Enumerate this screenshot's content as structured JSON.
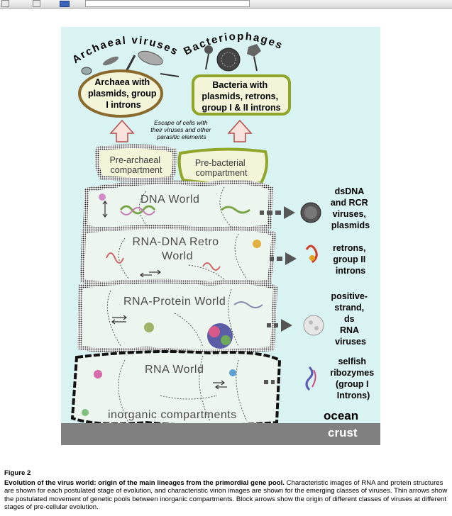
{
  "figure": {
    "arc_labels": {
      "archaeal_viruses": "Archaeal viruses",
      "bacteriophages": "Bacteriophages"
    },
    "boxes": {
      "archaea": [
        "Archaea with",
        "plasmids, group",
        "I introns"
      ],
      "bacteria": [
        "Bacteria with",
        "plasmids, retrons,",
        "group I & II introns"
      ]
    },
    "escape_note": [
      "Escape of cells with",
      "their viruses and other",
      "parasitic elements"
    ],
    "compartments": {
      "pre_archaeal": [
        "Pre-archaeal",
        "compartment"
      ],
      "pre_bacterial": [
        "Pre-bacterial",
        "compartment"
      ]
    },
    "worlds": {
      "dna": "DNA   World",
      "rna_dna_retro": [
        "RNA-DNA Retro",
        "World"
      ],
      "rna_protein": "RNA-Protein  World",
      "rna": "RNA  World",
      "inorganic": "inorganic  compartments"
    },
    "side_labels": {
      "dsdna": [
        "dsDNA",
        "and RCR",
        "viruses,",
        "plasmids"
      ],
      "retrons": [
        "retrons,",
        "group II",
        "introns"
      ],
      "positive_strand": [
        "positive-",
        "strand,",
        "ds",
        "RNA",
        "viruses"
      ],
      "selfish": [
        "selfish",
        "ribozymes",
        "(group I",
        "Introns)"
      ]
    },
    "ocean": "ocean",
    "crust": "crust",
    "colors": {
      "background": "#d9f3f2",
      "archaea_border": "#8a6a2c",
      "bacteria_border": "#8fa62a",
      "crust": "#808080",
      "arrow_fill": "#fbe2dd",
      "arrow_stroke": "#b24c4c"
    }
  },
  "caption": {
    "figure_label": "Figure 2",
    "title": "Evolution of the virus world: origin of the main lineages from the primordial gene pool.",
    "body": " Characteristic images of RNA and protein structures are shown for each postulated stage of evolution, and characteristic virion images are shown for the emerging classes of viruses. Thin arrows show the postulated movement of genetic pools between inorganic compartments. Block arrows show the origin of different classes of viruses at different stages of pre-cellular evolution."
  }
}
